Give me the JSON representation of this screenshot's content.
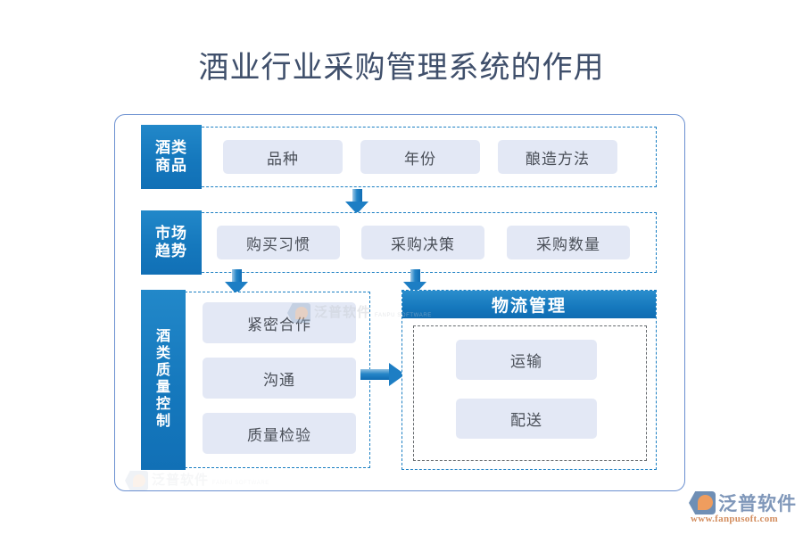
{
  "page": {
    "title": "酒业行业采购管理系统的作用",
    "title_color": "#3f4f6b",
    "accent_blue": "#1b7fc3",
    "chip_bg": "#e3e8f5",
    "frame_border": "#6a8fd0"
  },
  "rows": [
    {
      "label": "酒类商品",
      "label_lines": [
        "酒类",
        "商品"
      ],
      "items": [
        "品种",
        "年份",
        "酿造方法"
      ]
    },
    {
      "label": "市场趋势",
      "label_lines": [
        "市场",
        "趋势"
      ],
      "items": [
        "购买习惯",
        "采购决策",
        "采购数量"
      ]
    }
  ],
  "quality": {
    "label": "酒类质量控制",
    "label_chars": [
      "酒",
      "类",
      "质",
      "量",
      "控",
      "制"
    ],
    "items": [
      "紧密合作",
      "沟通",
      "质量检验"
    ]
  },
  "logistics": {
    "header": "物流管理",
    "items": [
      "运输",
      "配送"
    ]
  },
  "watermark": {
    "cn": "泛普软件",
    "en": "FANPU SOFTWARE"
  },
  "logo": {
    "cn": "泛普软件",
    "url": "www.fanpusoft.com"
  },
  "arrows": [
    {
      "name": "arrow-goods-to-market",
      "dir": "down"
    },
    {
      "name": "arrow-market-to-quality",
      "dir": "down"
    },
    {
      "name": "arrow-market-to-logistics",
      "dir": "down"
    },
    {
      "name": "arrow-quality-to-logistics",
      "dir": "right"
    }
  ]
}
